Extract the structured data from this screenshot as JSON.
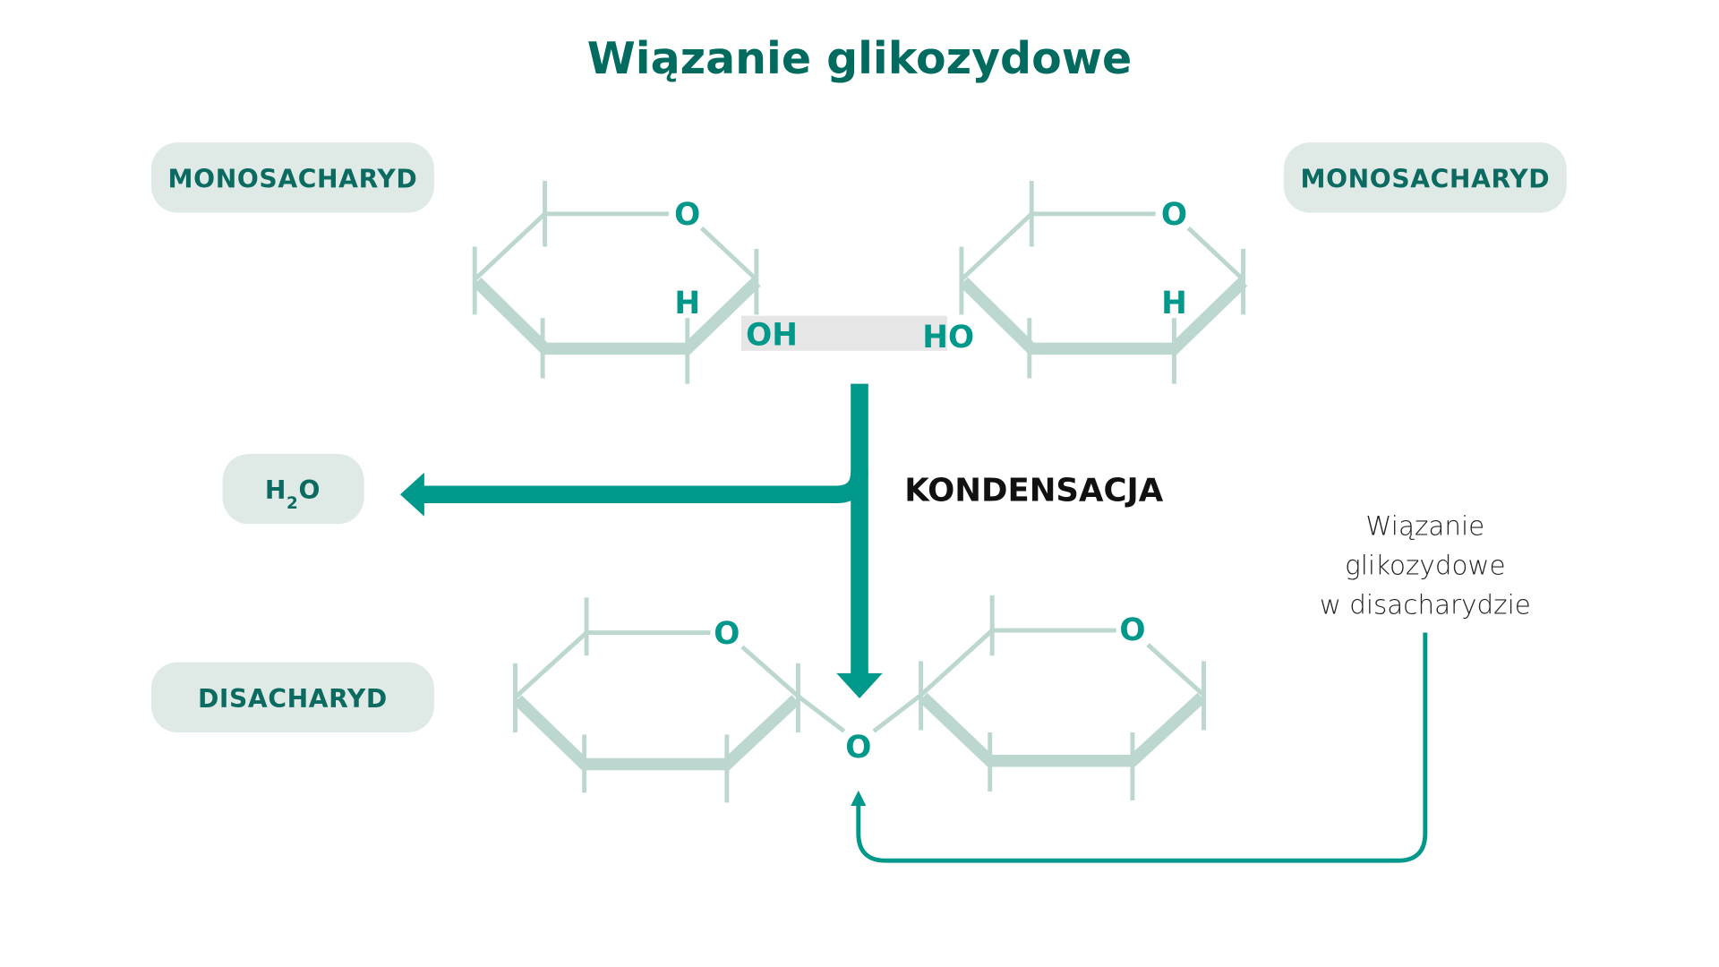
{
  "title": "Wiązanie glikozydowe",
  "labels": {
    "monosaccharide_left": "MONOSACHARYD",
    "monosaccharide_right": "MONOSACHARYD",
    "water": "H",
    "water_sub": "2",
    "water_o": "O",
    "disaccharide": "DISACHARYD",
    "condensation": "KONDENSACJA"
  },
  "atoms": {
    "ring_oxygen": "O",
    "hydrogen": "H",
    "hydroxyl_left": "OH",
    "hydroxyl_right": "HO",
    "bridge_oxygen": "O"
  },
  "annotation": [
    "Wiązanie",
    "glikozydowe",
    "w disacharydzie"
  ],
  "colors": {
    "title": "#006b5e",
    "accent": "#00988a",
    "ring": "#bcd6d0",
    "pill": "#dfe9e6"
  }
}
